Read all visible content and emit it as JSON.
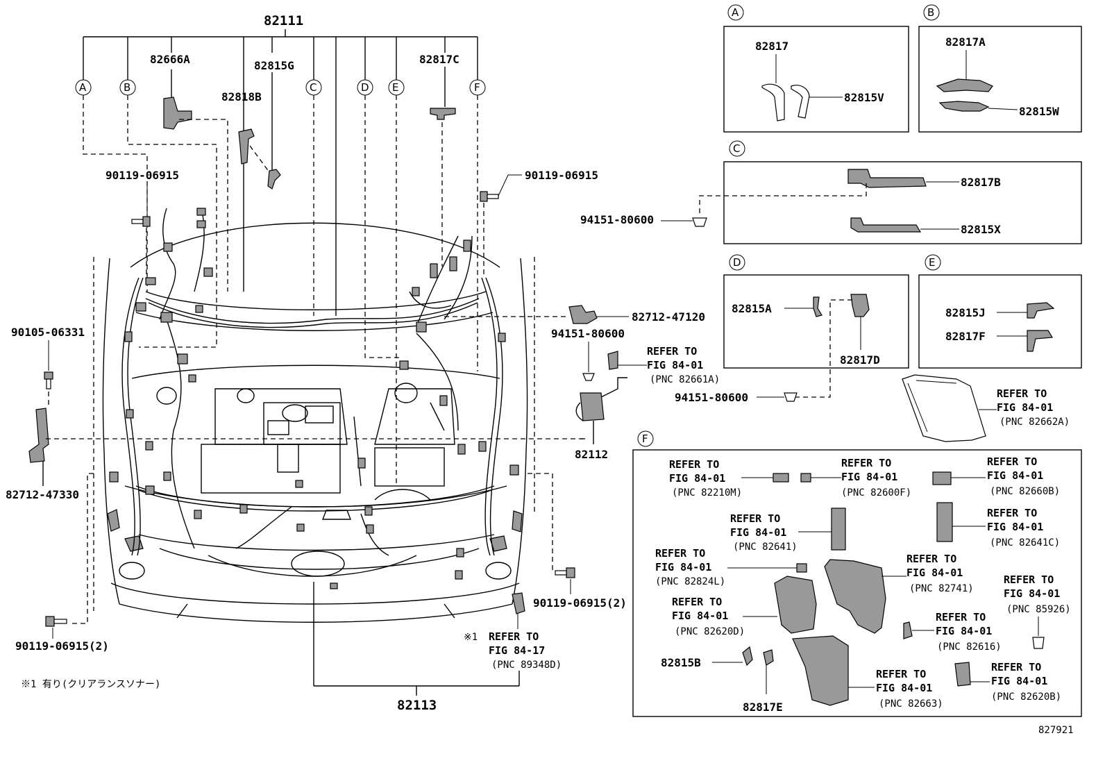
{
  "top_label": "82111",
  "callouts": {
    "p82666A": "82666A",
    "p82815G": "82815G",
    "p82817C": "82817C",
    "p82818B": "82818B",
    "p90119_left": "90119-06915",
    "p90119_right": "90119-06915",
    "p90105": "90105-06331",
    "p82712_47330": "82712-47330",
    "p90119_2_left": "90119-06915(2)",
    "p90119_2_right": "90119-06915(2)",
    "p82712_47120": "82712-47120",
    "p94151_mid": "94151-80600",
    "p82112": "82112",
    "p82113": "82113"
  },
  "circle_letters": [
    "A",
    "B",
    "C",
    "D",
    "E",
    "F"
  ],
  "refer_main": {
    "r1": {
      "l1": "REFER TO",
      "l2": "FIG 84-01",
      "l3": "(PNC 82661A)"
    },
    "r2": {
      "mark": "※1",
      "l1": "REFER TO",
      "l2": "FIG 84-17",
      "l3": "(PNC 89348D)"
    }
  },
  "footnote": "※1 有り(クリアランスソナー)",
  "panelA": {
    "tag": "A",
    "p1": "82817",
    "p2": "82815V"
  },
  "panelB": {
    "tag": "B",
    "p1": "82817A",
    "p2": "82815W"
  },
  "panelC": {
    "tag": "C",
    "p1": "82817B",
    "p2": "82815X",
    "p3": "94151-80600"
  },
  "panelD": {
    "tag": "D",
    "p1": "82815A",
    "p2": "82817D",
    "p3": "94151-80600"
  },
  "panelE": {
    "tag": "E",
    "p1": "82815J",
    "p2": "82817F"
  },
  "refer_82662A": {
    "l1": "REFER TO",
    "l2": "FIG 84-01",
    "l3": "(PNC 82662A)"
  },
  "panelF": {
    "tag": "F",
    "refs": [
      {
        "l1": "REFER TO",
        "l2": "FIG 84-01",
        "l3": "(PNC 82210M)"
      },
      {
        "l1": "REFER TO",
        "l2": "FIG 84-01",
        "l3": "(PNC 82600F)"
      },
      {
        "l1": "REFER TO",
        "l2": "FIG 84-01",
        "l3": "(PNC 82660B)"
      },
      {
        "l1": "REFER TO",
        "l2": "FIG 84-01",
        "l3": "(PNC 82641)"
      },
      {
        "l1": "REFER TO",
        "l2": "FIG 84-01",
        "l3": "(PNC 82641C)"
      },
      {
        "l1": "REFER TO",
        "l2": "FIG 84-01",
        "l3": "(PNC 82824L)"
      },
      {
        "l1": "REFER TO",
        "l2": "FIG 84-01",
        "l3": "(PNC 82741)"
      },
      {
        "l1": "REFER TO",
        "l2": "FIG 84-01",
        "l3": "(PNC 85926)"
      },
      {
        "l1": "REFER TO",
        "l2": "FIG 84-01",
        "l3": "(PNC 82620D)"
      },
      {
        "l1": "REFER TO",
        "l2": "FIG 84-01",
        "l3": "(PNC 82616)"
      },
      {
        "l1": "REFER TO",
        "l2": "FIG 84-01",
        "l3": "(PNC 82663)"
      },
      {
        "l1": "REFER TO",
        "l2": "FIG 84-01",
        "l3": "(PNC 82620B)"
      }
    ],
    "p82815B": "82815B",
    "p82817E": "82817E"
  },
  "figure_number": "827921"
}
